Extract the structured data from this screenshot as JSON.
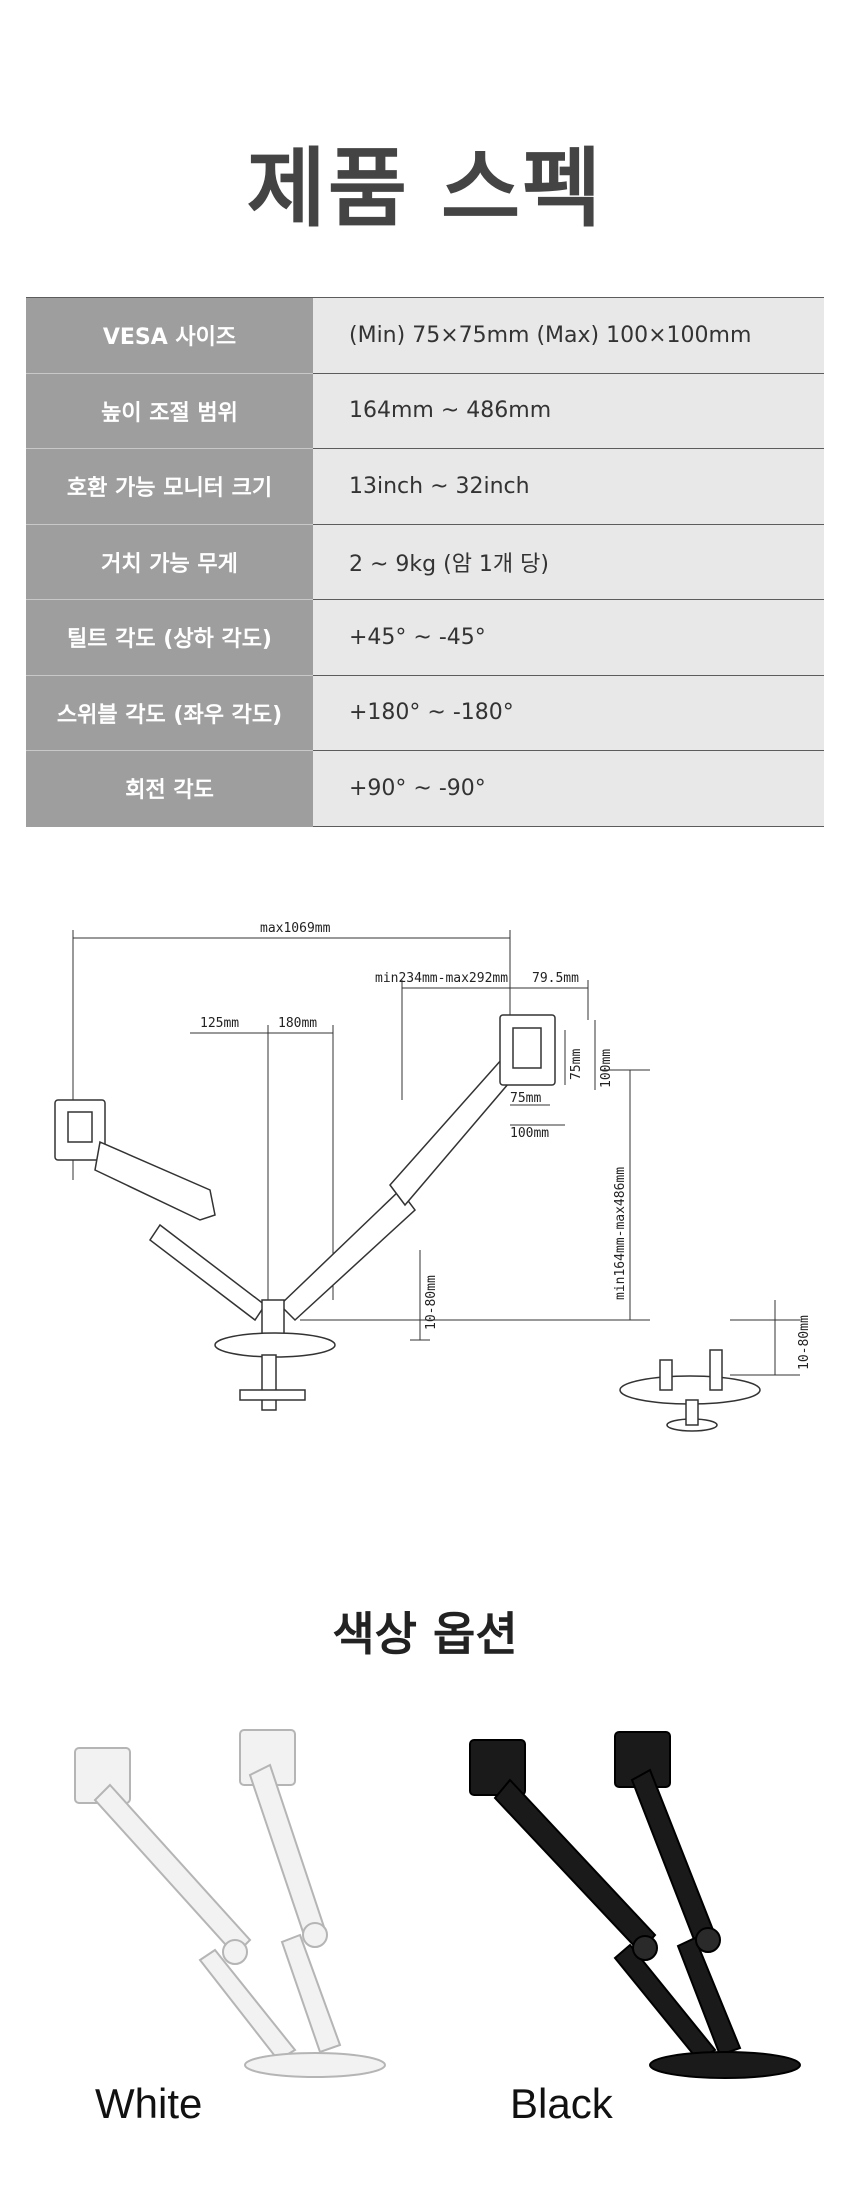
{
  "title": "제품 스펙",
  "specs": [
    {
      "label": "VESA 사이즈",
      "value": "(Min) 75×75mm  (Max) 100×100mm"
    },
    {
      "label": "높이 조절 범위",
      "value": "164mm ~ 486mm"
    },
    {
      "label": "호환 가능 모니터 크기",
      "value": "13inch ~ 32inch"
    },
    {
      "label": "거치 가능 무게",
      "value": "2 ~ 9kg (암 1개 당)"
    },
    {
      "label": "틸트 각도 (상하 각도)",
      "value": "+45° ~ -45°"
    },
    {
      "label": "스위블 각도 (좌우 각도)",
      "value": "+180° ~ -180°"
    },
    {
      "label": "회전 각도",
      "value": "+90° ~ -90°"
    }
  ],
  "drawing": {
    "max_reach": "max1069mm",
    "arm_segment": "min234mm-max292mm",
    "offset": "79.5mm",
    "seg_125": "125mm",
    "seg_180": "180mm",
    "vesa_75h": "75mm",
    "vesa_100h": "100mm",
    "vesa_75w": "75mm",
    "vesa_100w": "100mm",
    "height_range": "min164mm-max486mm",
    "clamp_1": "10-80mm",
    "clamp_2": "10-80mm"
  },
  "colors_title": "색상 옵션",
  "variants": [
    {
      "name": "White",
      "color": "#f2f2f2"
    },
    {
      "name": "Black",
      "color": "#1a1a1a"
    }
  ]
}
